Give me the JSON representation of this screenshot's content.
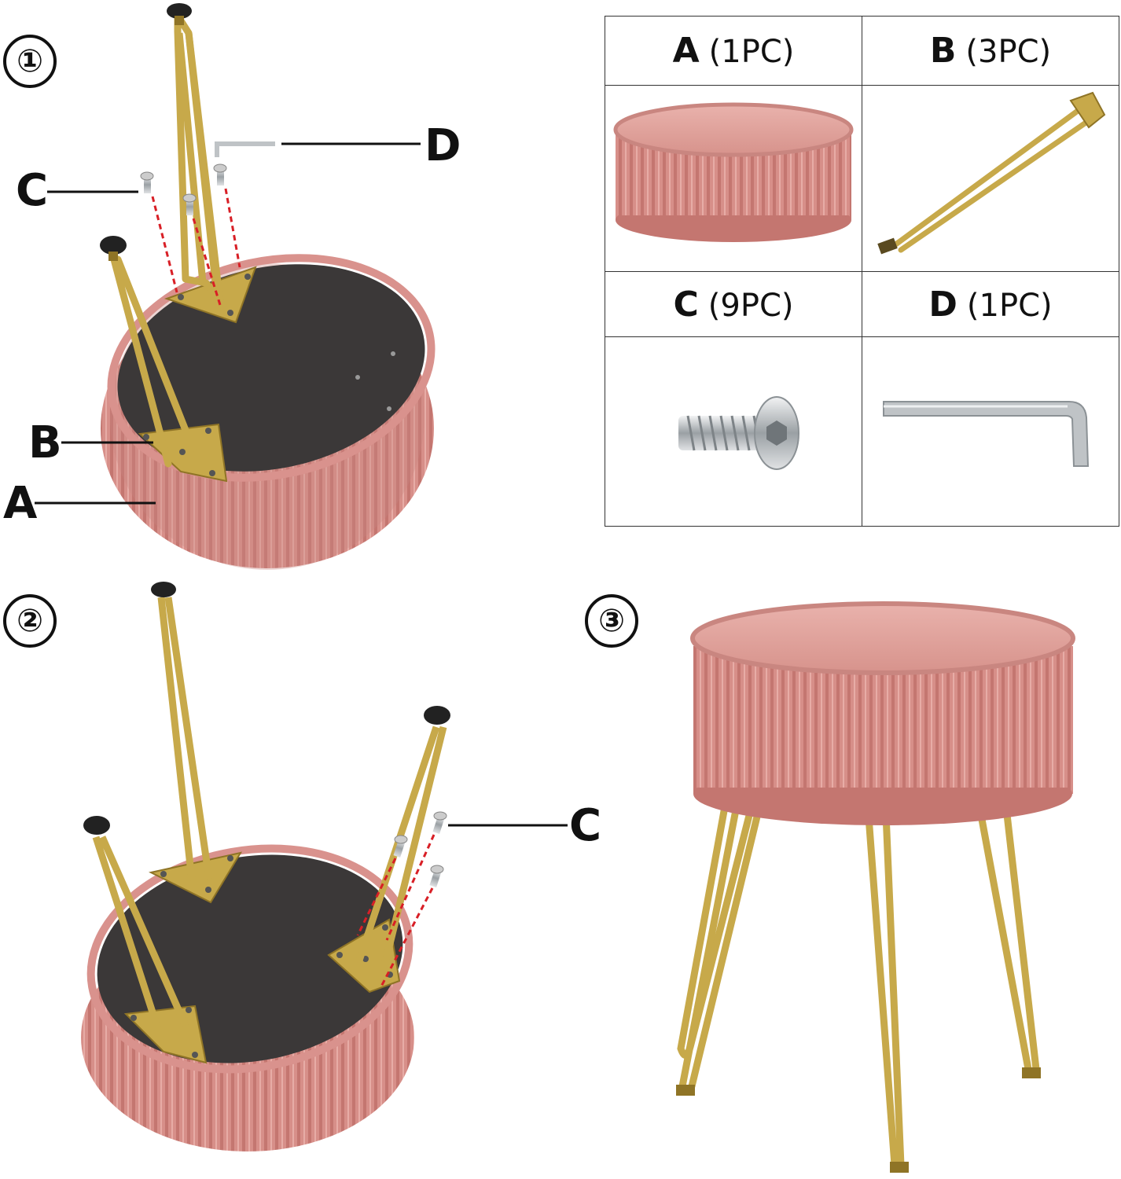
{
  "steps": [
    "①",
    "②",
    "③"
  ],
  "labels": {
    "step1": {
      "A": "A",
      "B": "B",
      "C": "C",
      "D": "D"
    },
    "step2": {
      "C": "C"
    }
  },
  "parts_table": [
    {
      "key": "A",
      "qty": "(1PC)",
      "icon": "velvet-ottoman-seat"
    },
    {
      "key": "B",
      "qty": "(3PC)",
      "icon": "gold-hairpin-leg"
    },
    {
      "key": "C",
      "qty": "(9PC)",
      "icon": "hex-bolt"
    },
    {
      "key": "D",
      "qty": "(1PC)",
      "icon": "allen-key"
    }
  ],
  "colors": {
    "velvet": "#d9928d",
    "velvet_dark": "#b96f69",
    "underside": "#3b3838",
    "gold": "#c7a94a",
    "gold_dark": "#8f7426",
    "guide": "#d81f26",
    "steel": "#bfc3c6"
  }
}
